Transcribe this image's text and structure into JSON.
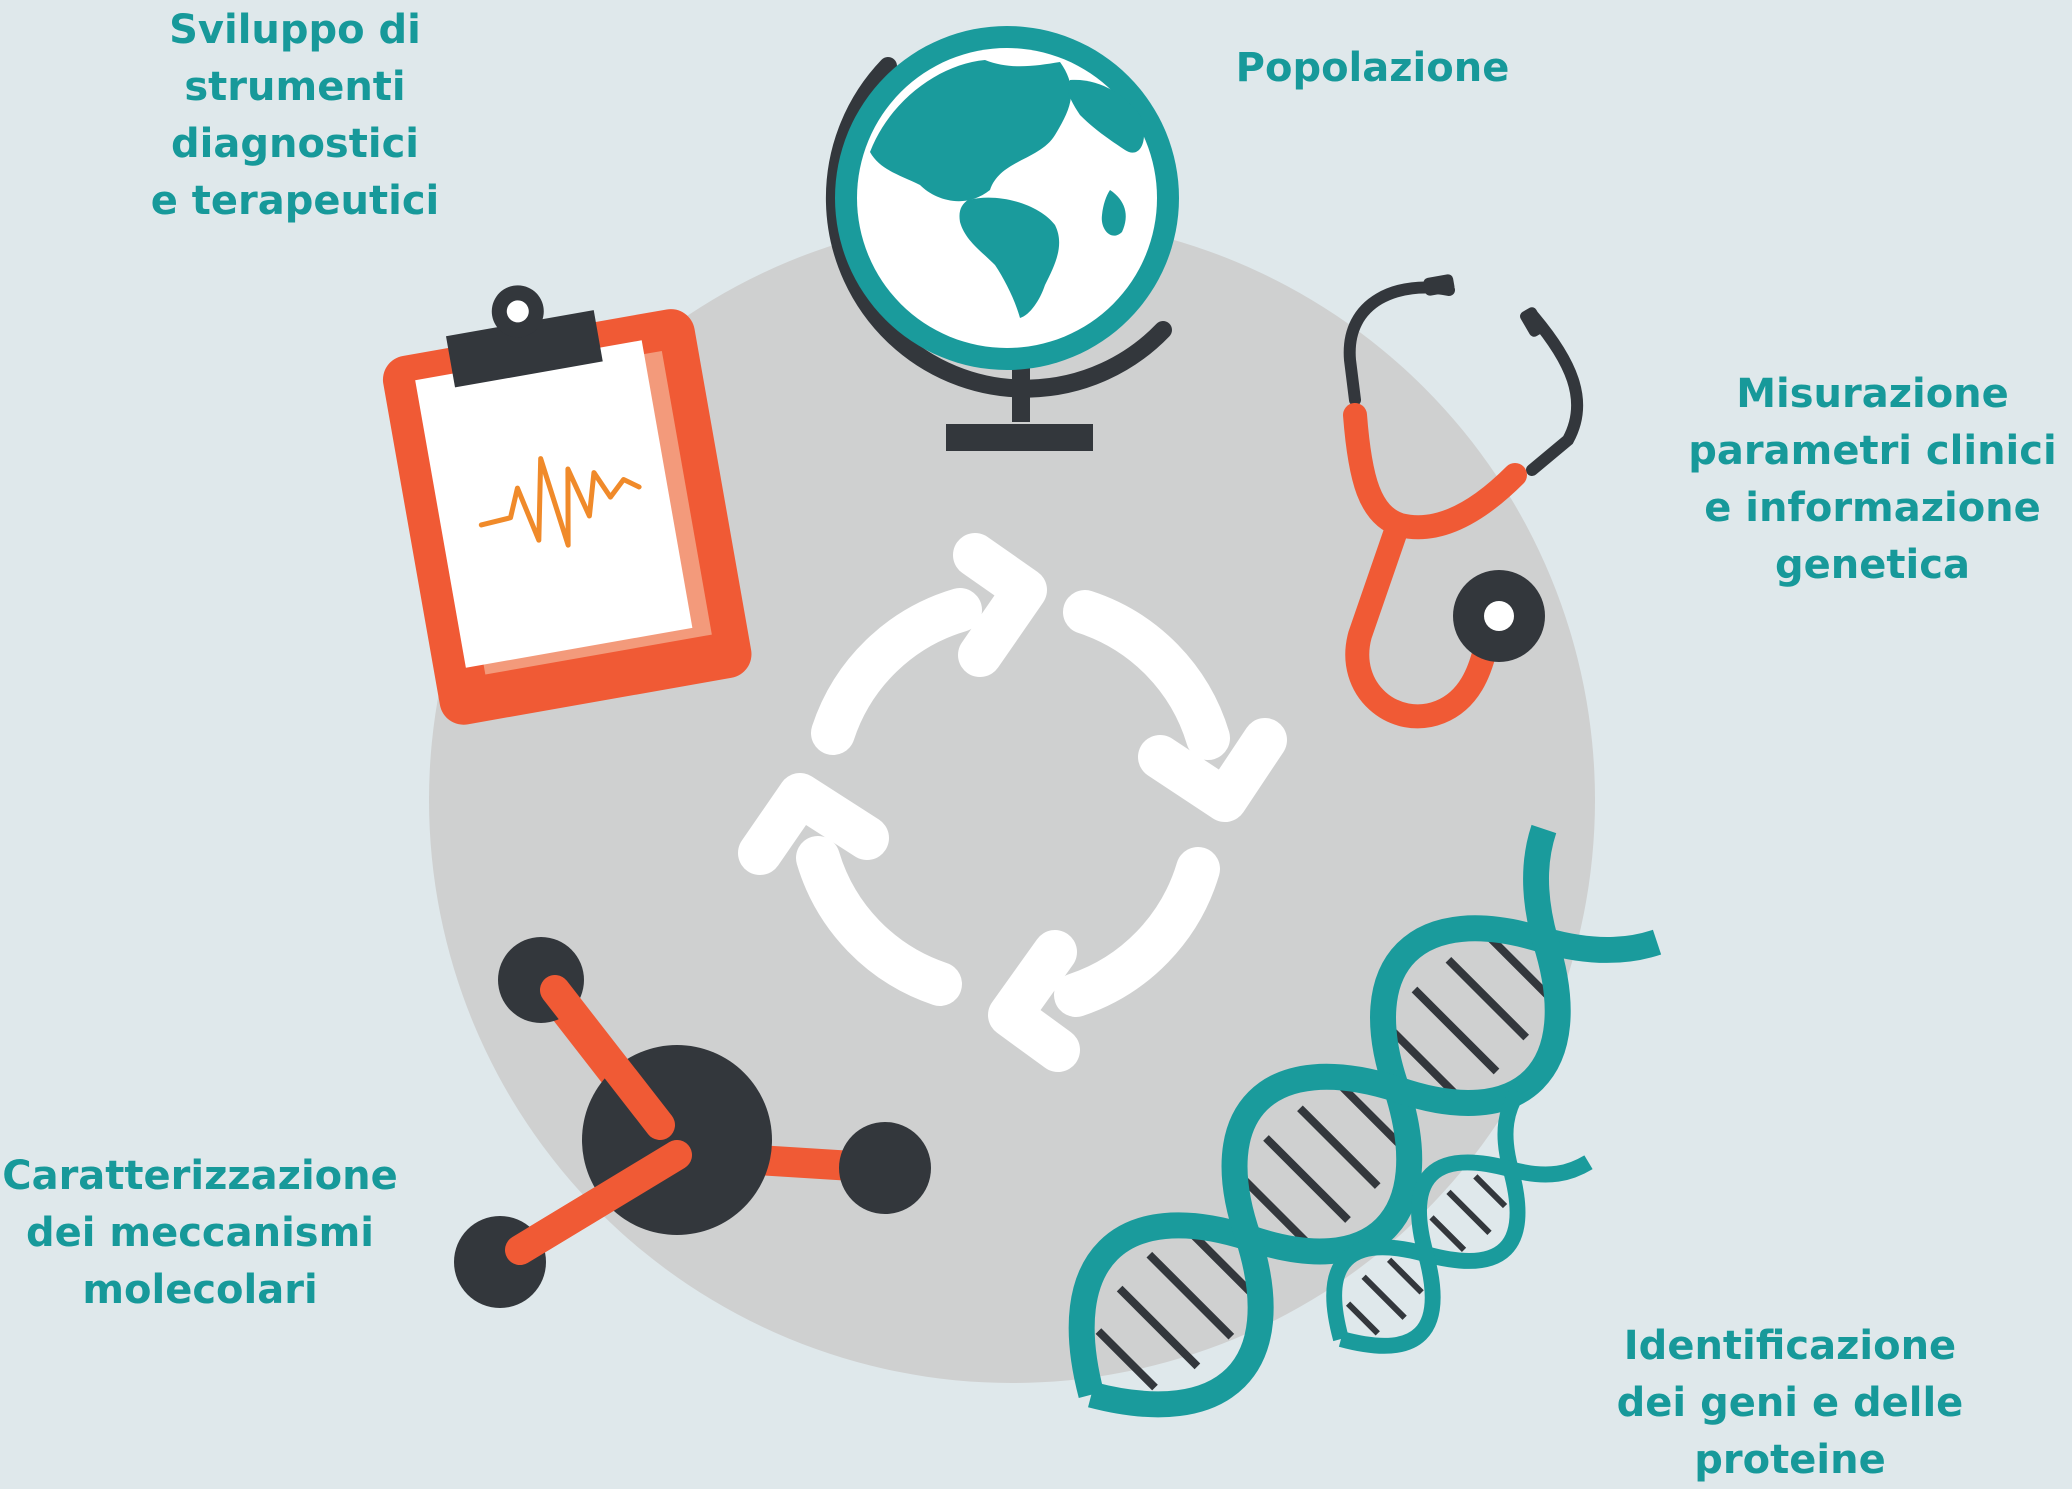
{
  "labels": {
    "sviluppo": [
      "Sviluppo di",
      "strumenti",
      "diagnostici",
      "e terapeutici"
    ],
    "popolazione": [
      "Popolazione"
    ],
    "misurazione": [
      "Misurazione",
      "parametri clinici",
      "e informazione",
      "genetica"
    ],
    "caratterizzazione": [
      "Caratterizzazione",
      "dei meccanismi",
      "molecolari"
    ],
    "identificazione": [
      "Identificazione",
      "dei geni e delle",
      "proteine"
    ]
  },
  "colors": {
    "background": "#dfe8eb",
    "circle": "#cfd0d0",
    "teal": "#17999a",
    "dark": "#33373c",
    "orange": "#f05a35",
    "white": "#ffffff"
  },
  "icons": [
    "globe-icon",
    "clipboard-icon",
    "stethoscope-icon",
    "molecule-icon",
    "dna-icon",
    "cycle-arrows-icon"
  ]
}
